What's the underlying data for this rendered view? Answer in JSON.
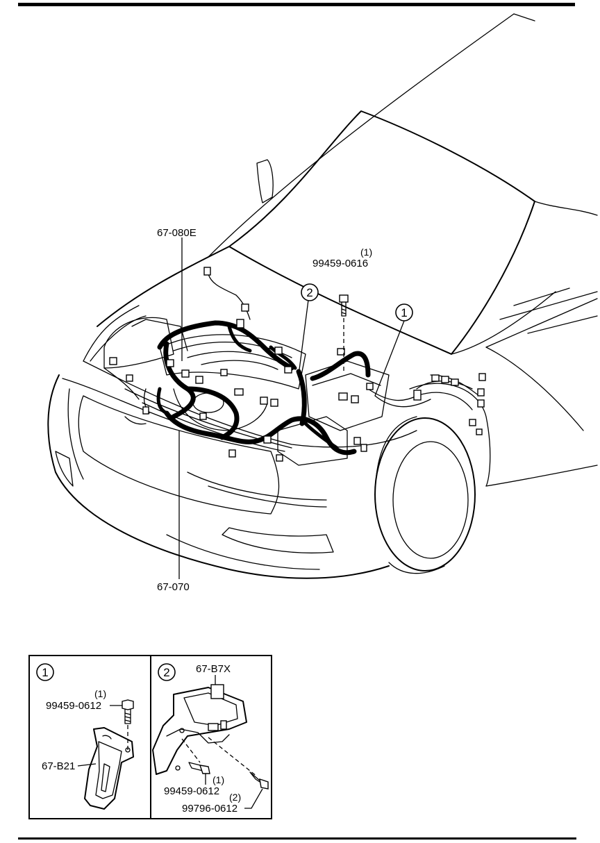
{
  "labels": {
    "harness_engine": "67-080E",
    "harness_front": "67-070",
    "bolt_main": "99459-0616",
    "bolt_main_qty": "(1)",
    "marker_1": "1",
    "marker_2": "2"
  },
  "detail_1": {
    "marker": "1",
    "bolt": "99459-0612",
    "bolt_qty": "(1)",
    "bracket": "67-B21"
  },
  "detail_2": {
    "marker": "2",
    "bracket": "67-B7X",
    "bolt_a": "99459-0612",
    "bolt_a_qty": "(1)",
    "bolt_b": "99796-0612",
    "bolt_b_qty": "(2)"
  }
}
